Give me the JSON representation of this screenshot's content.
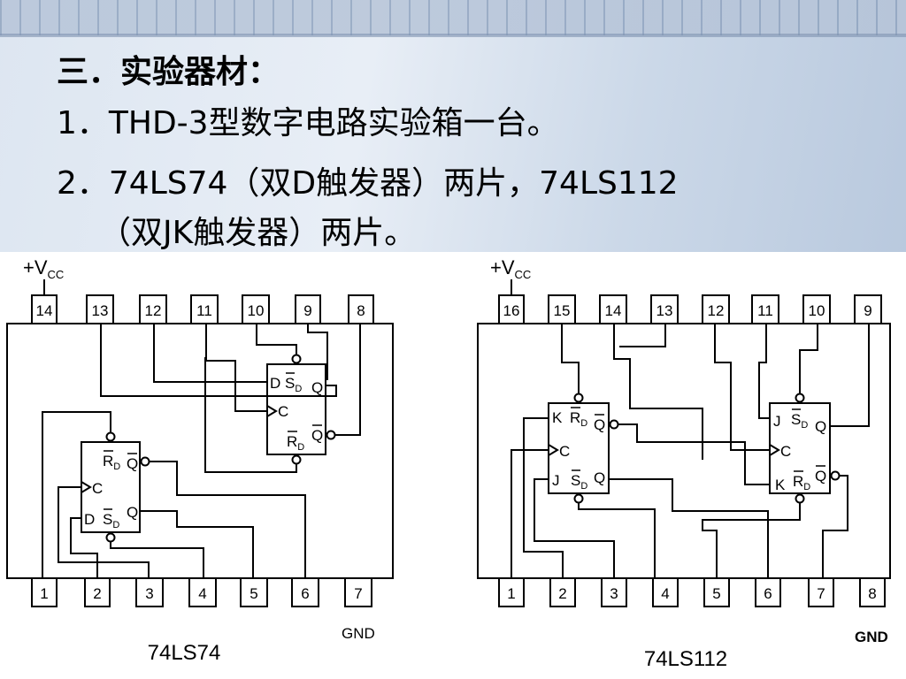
{
  "heading": "三．实验器材：",
  "item1": "1．THD-3型数字电路实验箱一台。",
  "item2_line1": "2．74LS74（双D触发器）两片，74LS112",
  "item2_line2": "（双JK触发器）两片。",
  "chip_left": {
    "name": "74LS74",
    "vcc": "+V",
    "vcc_sub": "CC",
    "gnd": "GND",
    "top_pins": [
      "14",
      "13",
      "12",
      "11",
      "10",
      "9",
      "8"
    ],
    "bottom_pins": [
      "1",
      "2",
      "3",
      "4",
      "5",
      "6",
      "7"
    ],
    "ff_upper": {
      "d": "D",
      "s": "S",
      "s_sub": "D",
      "c": "C",
      "q": "Q",
      "qbar": "Q",
      "r": "R",
      "r_sub": "D"
    },
    "ff_lower": {
      "r": "R",
      "r_sub": "D",
      "qbar": "Q",
      "c": "C",
      "d": "D",
      "s": "S",
      "s_sub": "D",
      "q": "Q"
    }
  },
  "chip_right": {
    "name": "74LS112",
    "vcc": "+V",
    "vcc_sub": "CC",
    "gnd": "GND",
    "top_pins": [
      "16",
      "15",
      "14",
      "13",
      "12",
      "11",
      "10",
      "9"
    ],
    "bottom_pins": [
      "1",
      "2",
      "3",
      "4",
      "5",
      "6",
      "7",
      "8"
    ],
    "ff_left": {
      "k": "K",
      "r": "R",
      "r_sub": "D",
      "qbar": "Q",
      "c": "C",
      "j": "J",
      "s": "S",
      "s_sub": "D",
      "q": "Q"
    },
    "ff_right": {
      "j": "J",
      "s": "S",
      "s_sub": "D",
      "q": "Q",
      "c": "C",
      "k": "K",
      "r": "R",
      "r_sub": "D",
      "qbar": "Q"
    }
  }
}
